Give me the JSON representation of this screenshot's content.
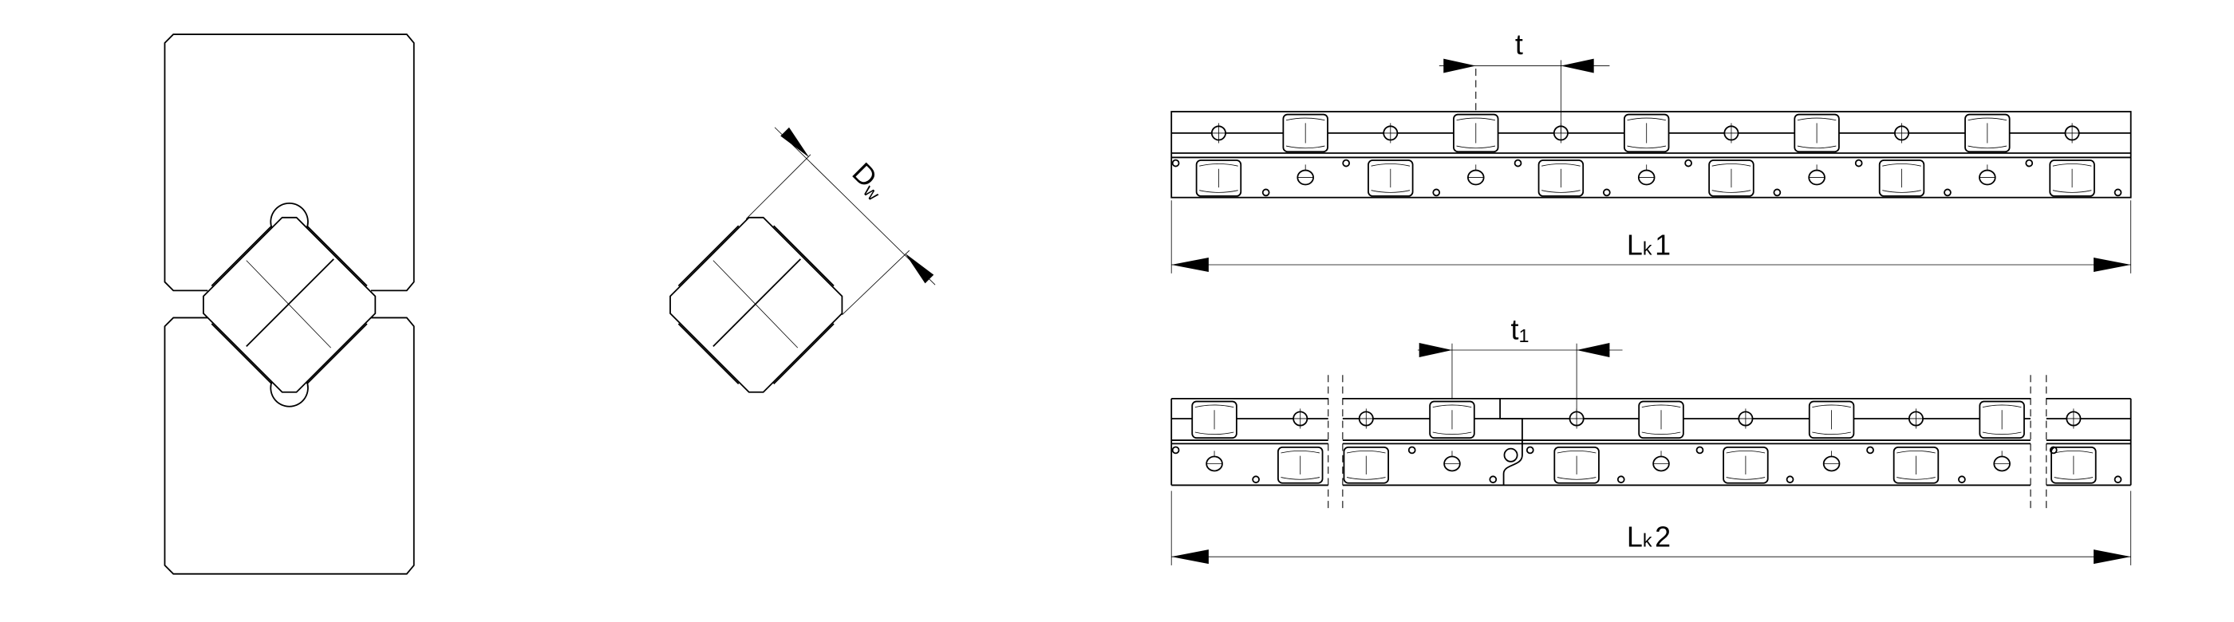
{
  "drawing": {
    "colors": {
      "line": "#000000",
      "background": "#ffffff"
    },
    "labels": {
      "pitch": {
        "main": "t"
      },
      "pitch_1": {
        "main": "t",
        "sub": "1"
      },
      "length_1": {
        "main": "L",
        "sub": "k",
        "num": "1"
      },
      "length_2": {
        "main": "L",
        "sub": "k",
        "num": "2"
      },
      "roller_diameter": {
        "main": "D",
        "sub": "w"
      }
    }
  }
}
